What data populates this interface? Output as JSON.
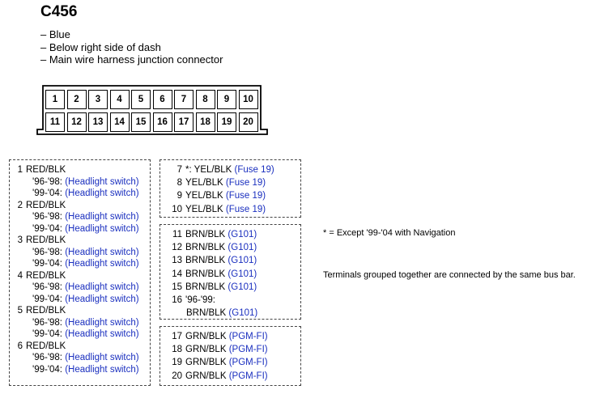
{
  "connector": {
    "id": "C456",
    "details": [
      "– Blue",
      "– Below right side of dash",
      "– Main wire harness junction connector"
    ],
    "pins_top": [
      "1",
      "2",
      "3",
      "4",
      "5",
      "6",
      "7",
      "8",
      "9",
      "10"
    ],
    "pins_bottom": [
      "11",
      "12",
      "13",
      "14",
      "15",
      "16",
      "17",
      "18",
      "19",
      "20"
    ]
  },
  "group1": [
    {
      "num": "1",
      "wire": "RED/BLK",
      "lines": [
        [
          "'96-'98: ",
          "(Headlight switch)"
        ],
        [
          "'99-'04: ",
          "(Headlight switch)"
        ]
      ]
    },
    {
      "num": "2",
      "wire": "RED/BLK",
      "lines": [
        [
          "'96-'98: ",
          "(Headlight switch)"
        ],
        [
          "'99-'04: ",
          "(Headlight switch)"
        ]
      ]
    },
    {
      "num": "3",
      "wire": "RED/BLK",
      "lines": [
        [
          "'96-'98: ",
          "(Headlight switch)"
        ],
        [
          "'99-'04: ",
          "(Headlight switch)"
        ]
      ]
    },
    {
      "num": "4",
      "wire": "RED/BLK",
      "lines": [
        [
          "'96-'98: ",
          "(Headlight switch)"
        ],
        [
          "'99-'04: ",
          "(Headlight switch)"
        ]
      ]
    },
    {
      "num": "5",
      "wire": "RED/BLK",
      "lines": [
        [
          "'96-'98: ",
          "(Headlight switch)"
        ],
        [
          "'99-'04: ",
          "(Headlight switch)"
        ]
      ]
    },
    {
      "num": "6",
      "wire": "RED/BLK",
      "lines": [
        [
          "'96-'98: ",
          "(Headlight switch)"
        ],
        [
          "'99-'04: ",
          "(Headlight switch)"
        ]
      ]
    }
  ],
  "group2": [
    {
      "num": "7",
      "wire": "*: YEL/BLK ",
      "dest": "(Fuse 19)"
    },
    {
      "num": "8",
      "wire": "YEL/BLK ",
      "dest": "(Fuse 19)"
    },
    {
      "num": "9",
      "wire": "YEL/BLK ",
      "dest": "(Fuse 19)"
    },
    {
      "num": "10",
      "wire": "YEL/BLK ",
      "dest": "(Fuse 19)"
    }
  ],
  "group3": [
    {
      "num": "11",
      "wire": "BRN/BLK ",
      "dest": "(G101)"
    },
    {
      "num": "12",
      "wire": "BRN/BLK ",
      "dest": "(G101)"
    },
    {
      "num": "13",
      "wire": "BRN/BLK ",
      "dest": "(G101)"
    },
    {
      "num": "14",
      "wire": "BRN/BLK ",
      "dest": "(G101)"
    },
    {
      "num": "15",
      "wire": "BRN/BLK ",
      "dest": "(G101)"
    },
    {
      "num": "16",
      "wire": "'96-'99:",
      "dest": "",
      "extra": [
        "BRN/BLK ",
        "(G101)"
      ]
    }
  ],
  "group4": [
    {
      "num": "17",
      "wire": "GRN/BLK ",
      "dest": "(PGM-FI)"
    },
    {
      "num": "18",
      "wire": "GRN/BLK ",
      "dest": "(PGM-FI)"
    },
    {
      "num": "19",
      "wire": "GRN/BLK ",
      "dest": "(PGM-FI)"
    },
    {
      "num": "20",
      "wire": "GRN/BLK ",
      "dest": "(PGM-FI)"
    }
  ],
  "notes": {
    "asterisk": "* =  Except '99-'04 with Navigation",
    "bus_bar": "Terminals grouped together are connected by the same bus bar."
  },
  "colors": {
    "link_blue": "#1a2fbf"
  }
}
